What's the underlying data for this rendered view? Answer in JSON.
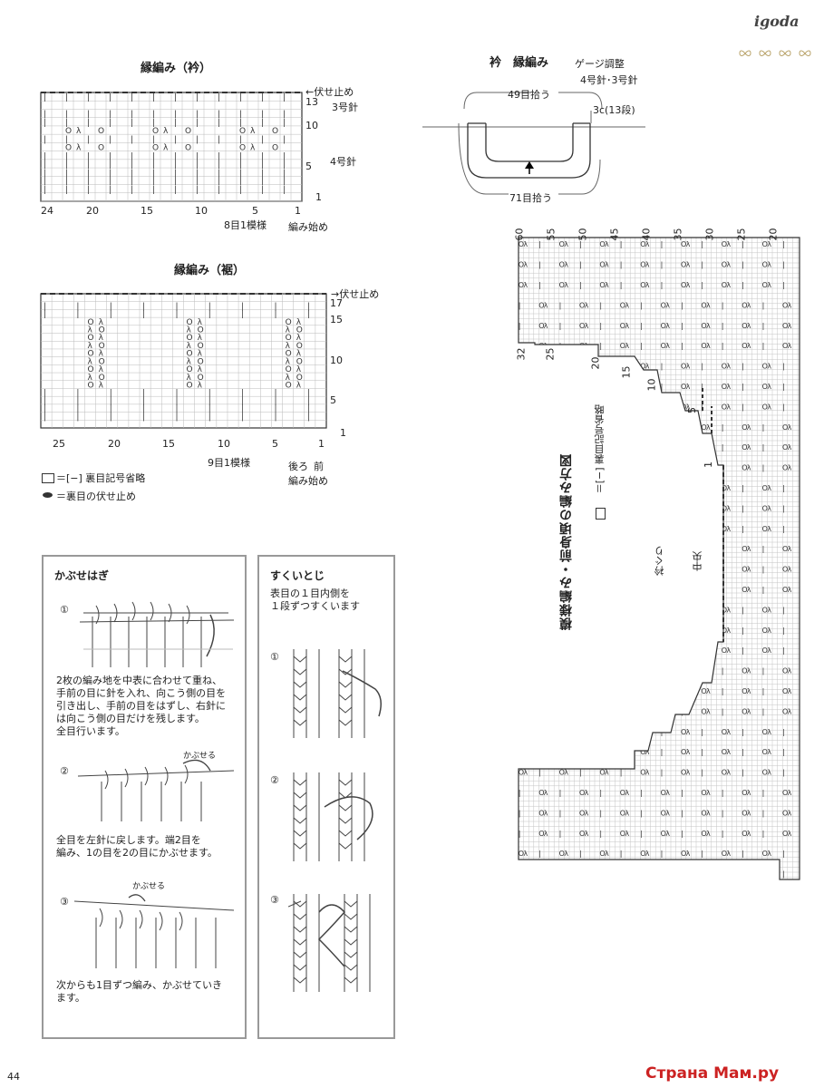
{
  "brand": "igoda",
  "page_number": "44",
  "watermark": "Страна Мам.ру",
  "collar_chart": {
    "title": "縁編み（衿）",
    "right_labels": [
      "←伏せ止め",
      "3号針",
      "4号針"
    ],
    "row_numbers": [
      "13",
      "10",
      "5",
      "1"
    ],
    "stitch_numbers": [
      "24",
      "20",
      "15",
      "10",
      "5",
      "1"
    ],
    "repeat_label": "8目1模様",
    "start_label": "編み始め"
  },
  "hem_chart": {
    "title": "縁編み（裾）",
    "right_labels": [
      "→伏せ止め"
    ],
    "row_numbers": [
      "17",
      "15",
      "10",
      "5",
      "1"
    ],
    "stitch_numbers": [
      "25",
      "20",
      "15",
      "10",
      "5",
      "1"
    ],
    "repeat_label": "9目1模様",
    "back_label": "後ろ",
    "front_label": "前",
    "start_label": "編み始め"
  },
  "legend": {
    "item1": "＝[−] 裏目記号省略",
    "item2": "＝裏目の伏せ止め"
  },
  "collar_diagram": {
    "title": "衿　縁編み",
    "gauge": "ゲージ調整",
    "needles": "4号針･3号針",
    "top_pickup": "49目拾う",
    "bottom_pickup": "71目拾う",
    "side_label": "3c(13段)"
  },
  "front_chart": {
    "title": "模様編み・前身頃の編み方図",
    "legend": "＝[−] 裏目記号省略",
    "neckline_label": "衿ぐり",
    "center_label": "中央",
    "top_numbers": [
      "60",
      "55",
      "50",
      "45",
      "40",
      "35",
      "30",
      "25",
      "20"
    ],
    "side_numbers": [
      "32",
      "25",
      "20",
      "15",
      "10",
      "5",
      "1"
    ]
  },
  "panel_kabuse": {
    "title": "かぶせはぎ",
    "step1_num": "①",
    "step1_text": "2枚の編み地を中表に合わせて重ね、\n手前の目に針を入れ、向こう側の目を\n引き出し、手前の目をはずし、右針に\nは向こう側の目だけを残します。\n全目行います。",
    "step2_num": "②",
    "step2_label": "かぶせる",
    "step2_text": "全目を左針に戻します。端2目を\n編み、1の目を2の目にかぶせます。",
    "step3_num": "③",
    "step3_label": "かぶせる",
    "step3_text": "次からも1目ずつ編み、かぶせていき\nます。"
  },
  "panel_sukui": {
    "title": "すくいとじ",
    "intro": "表目の１目内側を\n１段ずつすくいます",
    "step1_num": "①",
    "step2_num": "②",
    "step3_num": "③"
  }
}
